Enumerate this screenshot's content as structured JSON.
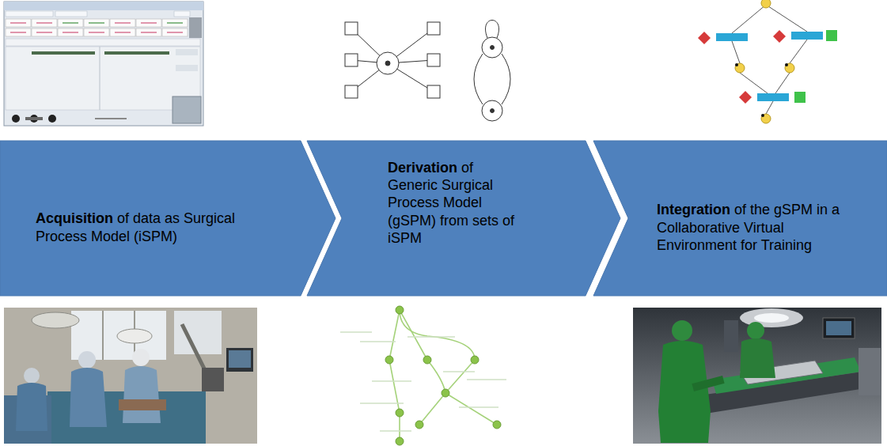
{
  "diagram": {
    "nodes": [
      {
        "text": [
          "Acquisition",
          "of data as Surgical Process Model (iSPM)"
        ]
      },
      {
        "text": [
          "Derivation",
          "of Generic Surgical Process Model (gSPM) from sets of iSPM"
        ]
      },
      {
        "text": [
          "Integration",
          "of the gSPM in a Collaborative Virtual Environment for Training"
        ]
      }
    ]
  }
}
